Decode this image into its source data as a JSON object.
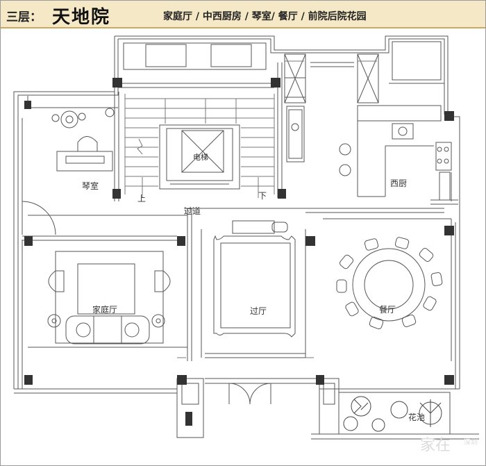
{
  "header": {
    "prefix": "三层：",
    "title": "天地院",
    "subtitle": "家庭厅 / 中西厨房 / 琴室/ 餐厅 / 前院后院花园"
  },
  "rooms": {
    "piano": "琴室",
    "corridor": "过道",
    "elevator": "电梯",
    "up": "上",
    "down": "下",
    "west_kitchen": "西厨",
    "family_room": "家庭厅",
    "hall": "过厅",
    "dining": "餐厅",
    "garden": "花池"
  },
  "watermark": {
    "brand": "家在",
    "city": "深圳"
  },
  "colors": {
    "header_bg": "#f4e8c6",
    "header_border": "#c9a860",
    "wall": "#555555"
  }
}
